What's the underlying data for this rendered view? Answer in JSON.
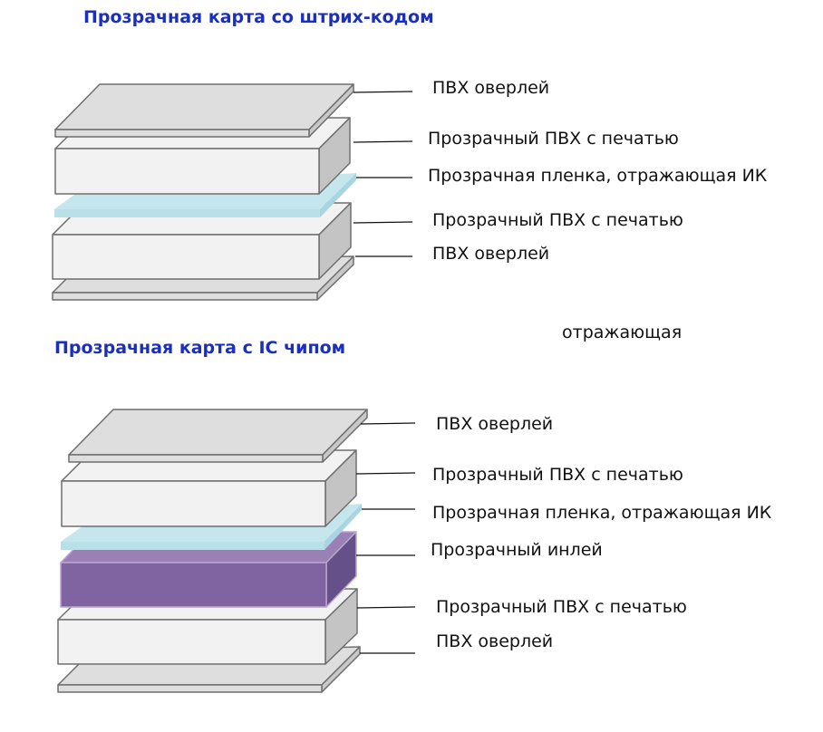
{
  "colors": {
    "title": "#1a2fc0",
    "overlay_face": "#dedede",
    "overlay_edge": "#c8c8c8",
    "pvc_face": "#f2f2f2",
    "pvc_side": "#c4c4c4",
    "film": "#b9dfe8",
    "film_top": "#c6e6ee",
    "inlay_face": "#8064a2",
    "inlay_top": "#9a80b4",
    "inlay_side": "#66508a",
    "stroke": "#6e6e6e",
    "leader": "#111111"
  },
  "diagram1": {
    "title": "Прозрачная карта со штрих-кодом",
    "labels": [
      "ПВХ оверлей",
      "Прозрачный ПВХ с печатью",
      "Прозрачная пленка,  отражающая ИК",
      "Прозрачный ПВХ с печатью",
      "ПВХ оверлей"
    ]
  },
  "stray_text": "отражающая",
  "diagram2": {
    "title": "Прозрачная карта с IC чипом",
    "labels": [
      "ПВХ оверлей",
      "Прозрачный ПВХ с печатью",
      "Прозрачная пленка,  отражающая ИК",
      "Прозрачный инлей",
      "Прозрачный ПВХ с печатью",
      "ПВХ оверлей"
    ]
  }
}
